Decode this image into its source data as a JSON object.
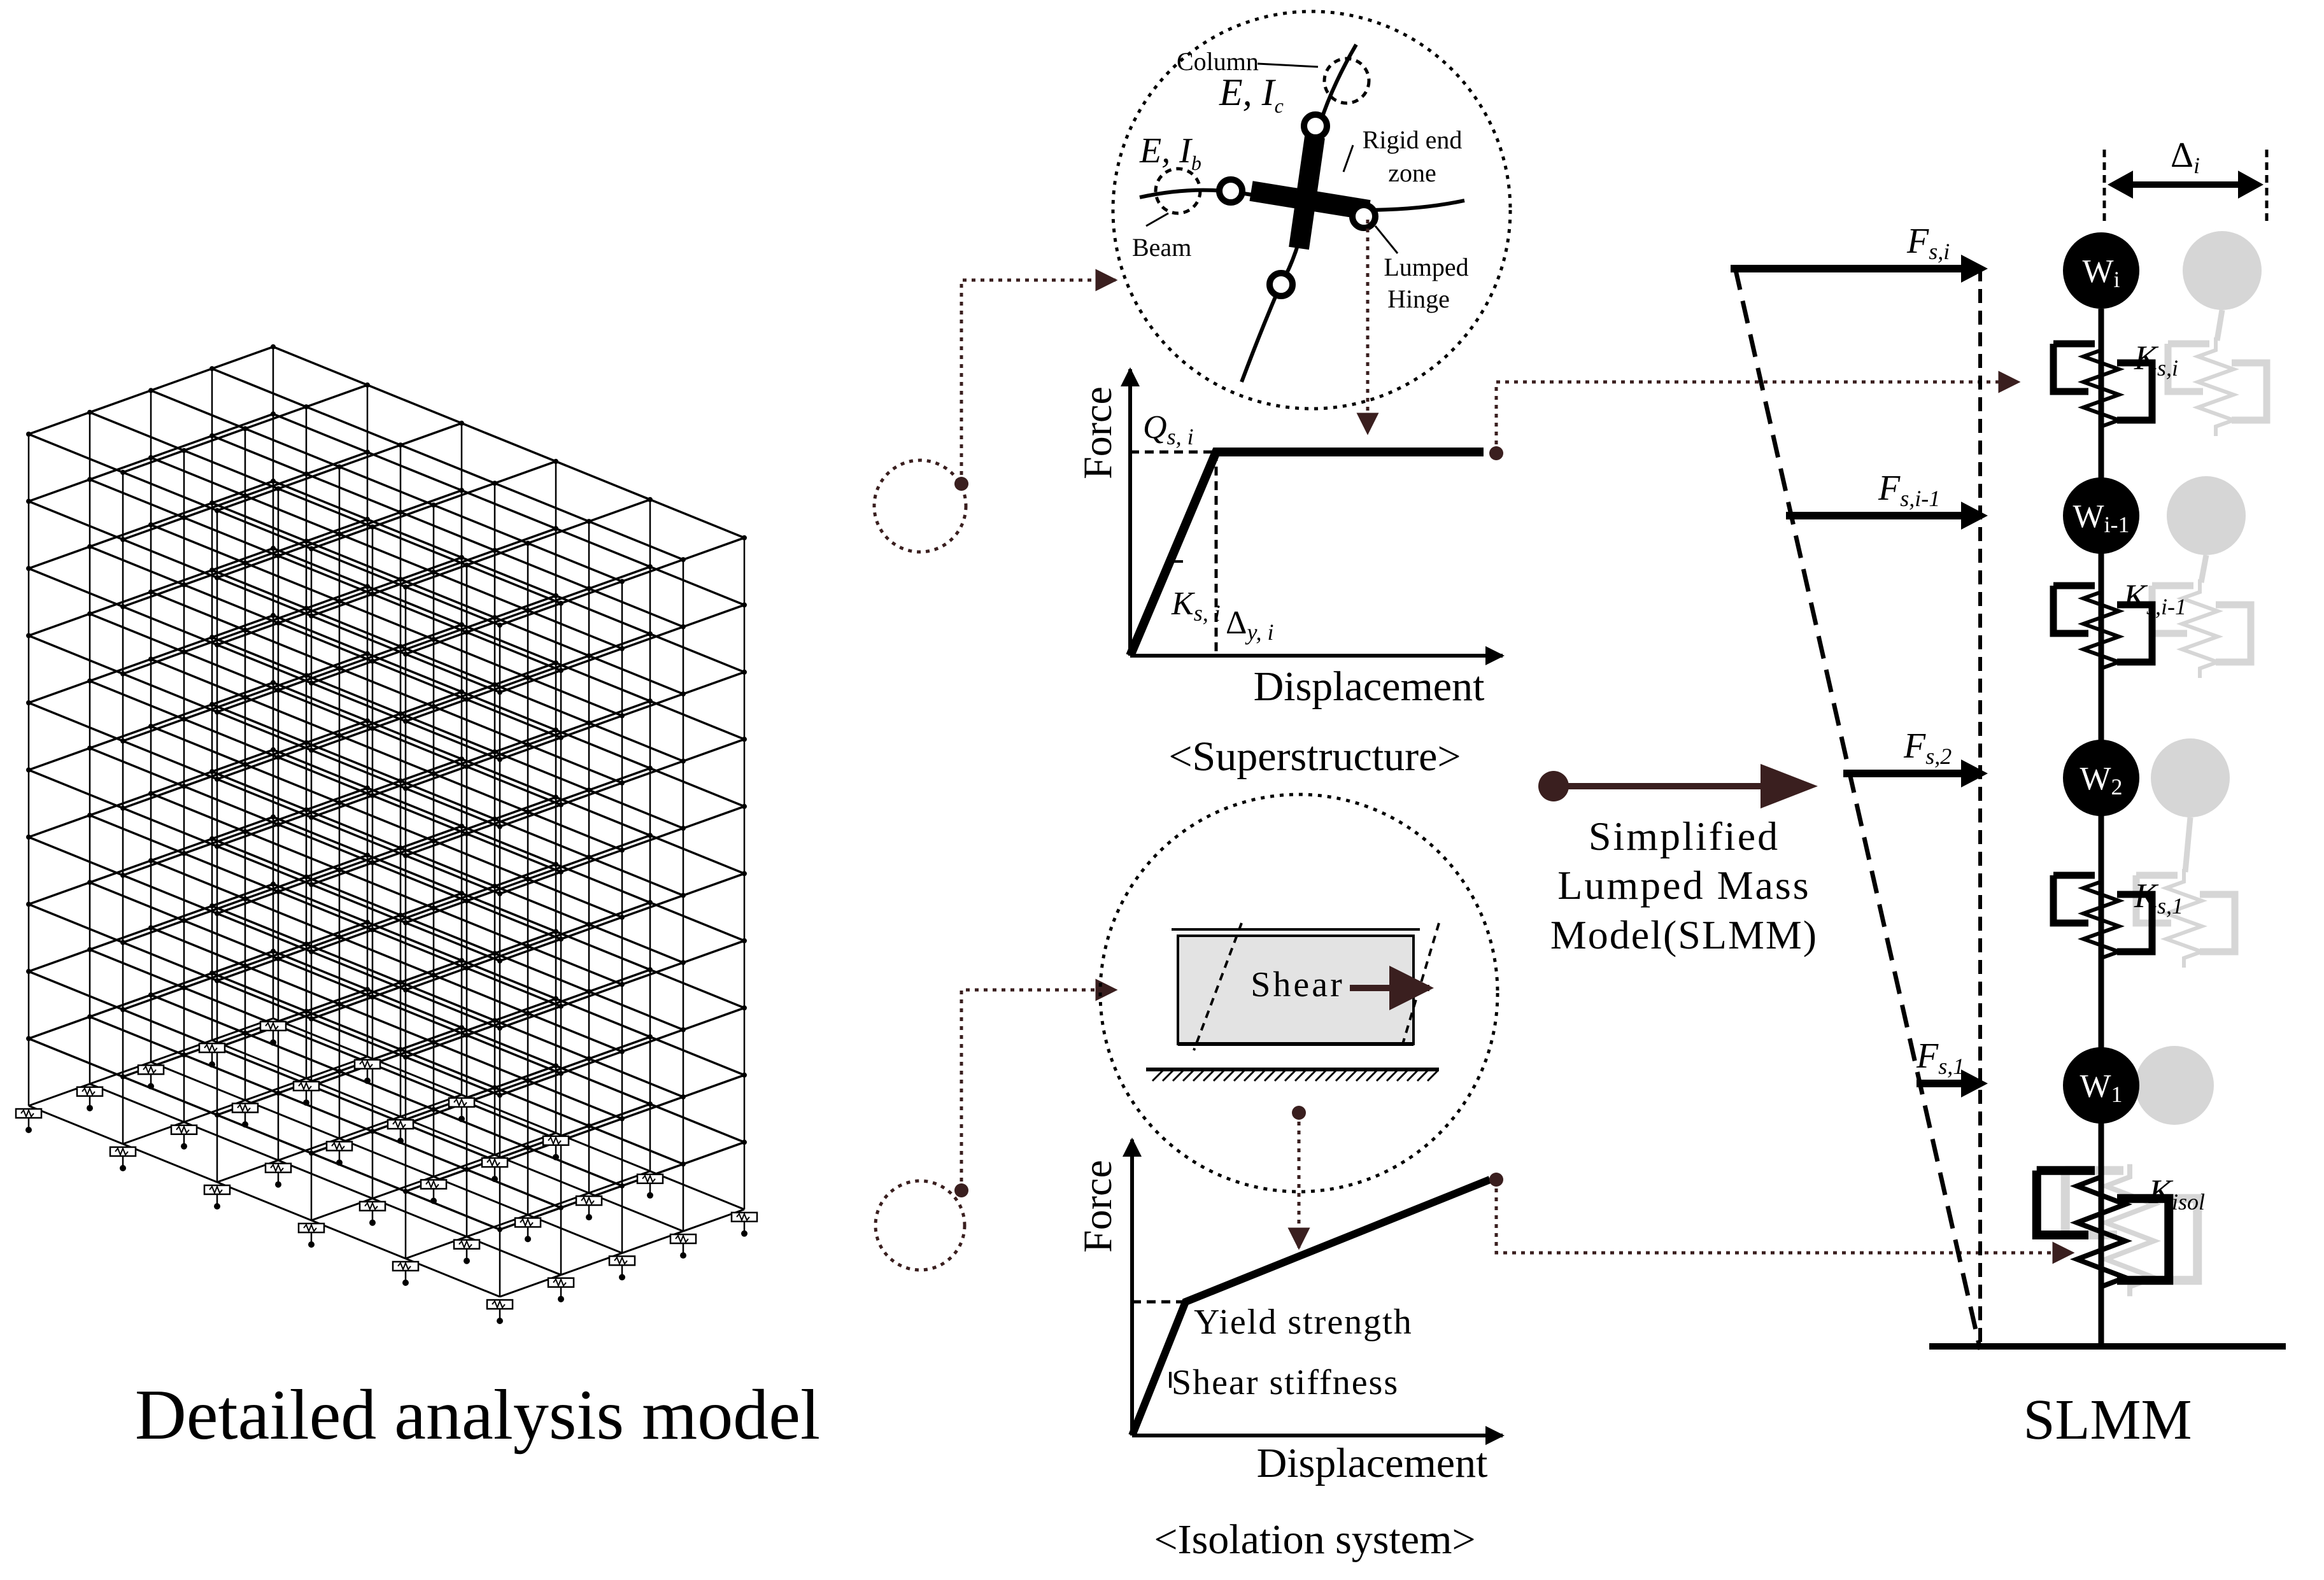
{
  "left_panel": {
    "caption": "Detailed analysis model"
  },
  "joint_detail": {
    "column_label": "Column",
    "column_props": "E, I",
    "column_sub": "c",
    "beam_props": "E, I",
    "beam_sub": "b",
    "beam_label": "Beam",
    "rigid_label_1": "Rigid end",
    "rigid_label_2": "zone",
    "hinge_label_1": "Lumped",
    "hinge_label_2": "Hinge"
  },
  "super_chart": {
    "ylabel": "Force",
    "xlabel": "Displacement",
    "yield_force": "Q",
    "yield_force_sub": "s, i",
    "stiffness": "K",
    "stiffness_sub": "s, i",
    "yield_disp": "Δ",
    "yield_disp_sub": "y, i",
    "caption": "<Superstructure>"
  },
  "isolator_detail": {
    "shear_label": "Shear"
  },
  "iso_chart": {
    "ylabel": "Force",
    "xlabel": "Displacement",
    "yield_label": "Yield strength",
    "stiffness_label": "Shear stiffness",
    "caption": "<Isolation system>"
  },
  "transform": {
    "line1": "Simplified",
    "line2": "Lumped Mass",
    "line3": "Model(SLMM)"
  },
  "forces": [
    {
      "base": "F",
      "sub": "s,i"
    },
    {
      "base": "F",
      "sub": "s,i-1"
    },
    {
      "base": "F",
      "sub": "s,2"
    },
    {
      "base": "F",
      "sub": "s,1"
    }
  ],
  "slmm": {
    "delta": "Δ",
    "delta_sub": "i",
    "masses": [
      {
        "base": "W",
        "sub": "i"
      },
      {
        "base": "W",
        "sub": "i-1"
      },
      {
        "base": "W",
        "sub": "2"
      },
      {
        "base": "W",
        "sub": "1"
      }
    ],
    "springs": [
      {
        "base": "K",
        "sub": "s,i"
      },
      {
        "base": "K",
        "sub": "s,i-1"
      },
      {
        "base": "K",
        "sub": "s,1"
      },
      {
        "base": "K",
        "sub": "isol"
      }
    ],
    "caption": "SLMM"
  },
  "colors": {
    "ink": "#000000",
    "connector": "#3a1f1f",
    "ghost": "#d6d6d6",
    "isolator_fill": "#e3e3e3"
  }
}
